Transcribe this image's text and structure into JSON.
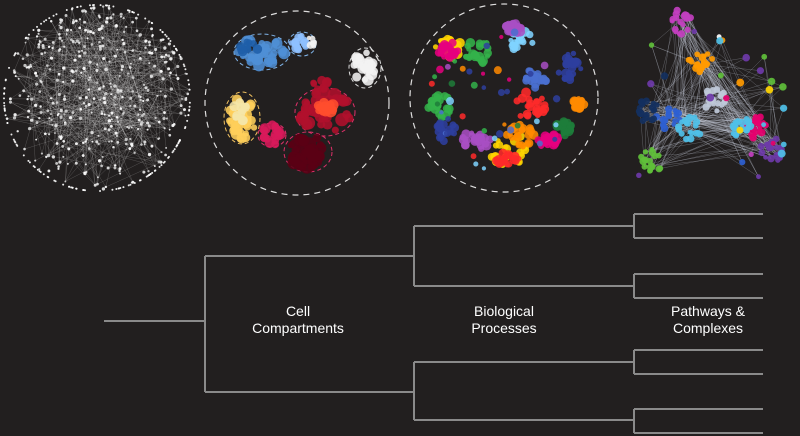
{
  "diagram": {
    "background": "#221f1f",
    "line_color": "#8a8a8a",
    "panels": [
      {
        "name": "network-hairball",
        "kind": "hairball",
        "colors": [
          "#ffffff",
          "#e8e8e8",
          "#cfcfcf"
        ]
      },
      {
        "name": "compartment-clusters",
        "kind": "compartments",
        "colors": [
          "#1f5fa8",
          "#4f8fd6",
          "#8ec0ff",
          "#f2f2f2",
          "#ffcf5a",
          "#f5e6a8",
          "#d8195a",
          "#ff4d2d",
          "#b0102c",
          "#5a0015"
        ]
      },
      {
        "name": "process-clusters",
        "kind": "processes",
        "colors": [
          "#e6007e",
          "#ff2a2a",
          "#ffd400",
          "#33b24a",
          "#2e3f9e",
          "#7fd3ff",
          "#a84fc4",
          "#ff8a00",
          "#1e7d3a",
          "#4a6fd0"
        ]
      },
      {
        "name": "pathway-network",
        "kind": "pathways",
        "colors": [
          "#c23fbf",
          "#ff9a00",
          "#ffd400",
          "#2e5fd1",
          "#4fc0e8",
          "#e6006e",
          "#5fbf3a",
          "#13305f",
          "#6e3aa8",
          "#ffffff"
        ]
      }
    ],
    "labels": {
      "cell": [
        "Cell",
        "Compartments"
      ],
      "bio": [
        "Biological",
        "Processes"
      ],
      "path": [
        "Pathways &",
        "Complexes"
      ]
    }
  }
}
